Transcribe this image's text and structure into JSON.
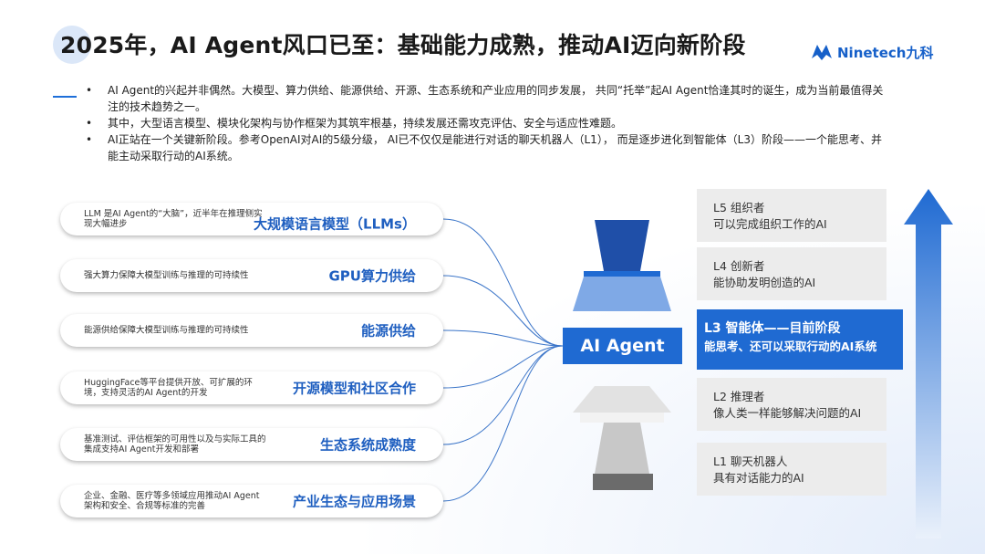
{
  "title": "2025年，AI Agent风口已至：基础能力成熟，推动AI迈向新阶段",
  "logo": {
    "text": "Ninetech九科",
    "icon": "ninetech-logo-icon"
  },
  "bullets": [
    "AI Agent的兴起并非偶然。大模型、算力供给、能源供给、开源、生态系统和产业应用的同步发展， 共同“托举”起AI Agent恰逢其时的诞生，成为当前最值得关注的技术趋势之一。",
    "其中，大型语言模型、模块化架构与协作框架为其筑牢根基，持续发展还需攻克评估、安全与适应性难题。",
    "AI正站在一个关键新阶段。参考OpenAI对AI的5级分级， AI已不仅仅是能进行对话的聊天机器人（L1）， 而是逐步进化到智能体（L3）阶段——一个能思考、并能主动采取行动的AI系统。"
  ],
  "factors": [
    {
      "desc": "LLM 是AI Agent的“大脑”，近半年在推理侧实现大幅进步",
      "name": "大规模语言模型（LLMs）"
    },
    {
      "desc": "强大算力保障大模型训练与推理的可持续性",
      "name": "GPU算力供给"
    },
    {
      "desc": "能源供给保障大模型训练与推理的可持续性",
      "name": "能源供给"
    },
    {
      "desc": "HuggingFace等平台提供开放、可扩展的环境，支持灵活的AI Agent的开发",
      "name": "开源模型和社区合作"
    },
    {
      "desc": "基准测试、评估框架的可用性以及与实际工具的集成支持AI Agent开发和部署",
      "name": "生态系统成熟度"
    },
    {
      "desc": "企业、金融、医疗等多领域应用推动AI Agent架构和安全、合规等标准的完善",
      "name": "产业生态与应用场景"
    }
  ],
  "center": {
    "label": "AI Agent"
  },
  "levels": [
    {
      "name": "L5 组织者",
      "desc": "可以完成组织工作的AI"
    },
    {
      "name": "L4 创新者",
      "desc": "能协助发明创造的AI"
    },
    {
      "name": "L3 智能体——目前阶段",
      "desc": "能思考、还可以采取行动的AI系统",
      "active": true
    },
    {
      "name": "L2 推理者",
      "desc": "像人类一样能够解决问题的AI"
    },
    {
      "name": "L1 聊天机器人",
      "desc": "具有对话能力的AI"
    }
  ],
  "colors": {
    "accent": "#1f6ad2",
    "level_bg": "#ececec",
    "title": "#1a1a1a",
    "factor_name": "#1f5fc0"
  }
}
